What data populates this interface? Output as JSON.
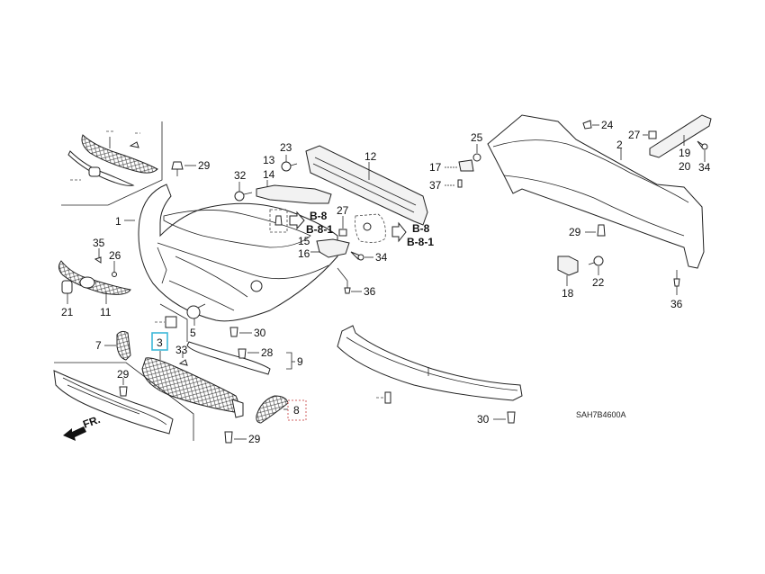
{
  "diagram": {
    "code": "SAH7B4600A",
    "direction_indicator": "FR.",
    "highlight_colors": {
      "selected_box": "#3db8d8",
      "dotted_box": "#d06060"
    },
    "callouts": {
      "c1": "1",
      "c2": "2",
      "c3": "3",
      "c5": "5",
      "c7": "7",
      "c8": "8",
      "c9": "9",
      "c11": "11",
      "c12": "12",
      "c13": "13",
      "c14": "14",
      "c15": "15",
      "c16": "16",
      "c17": "17",
      "c18": "18",
      "c19": "19",
      "c20": "20",
      "c21": "21",
      "c22": "22",
      "c23": "23",
      "c24": "24",
      "c25": "25",
      "c26": "26",
      "c27a": "27",
      "c27b": "27",
      "c28": "28",
      "c29a": "29",
      "c29b": "29",
      "c29c": "29",
      "c29d": "29",
      "c30a": "30",
      "c30b": "30",
      "c32": "32",
      "c33": "33",
      "c34a": "34",
      "c34b": "34",
      "c35": "35",
      "c36a": "36",
      "c36b": "36",
      "c37": "37"
    },
    "references": {
      "ref1_a": "B-8",
      "ref1_b": "B-8-1",
      "ref2_a": "B-8",
      "ref2_b": "B-8-1"
    }
  }
}
